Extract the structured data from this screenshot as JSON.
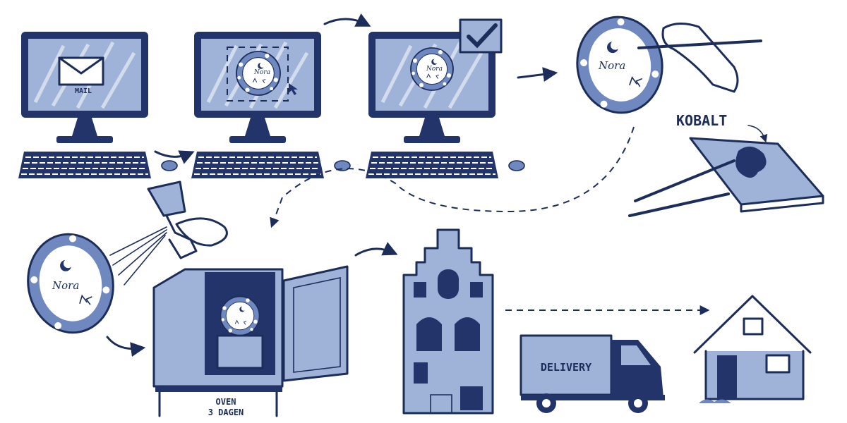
{
  "labels": {
    "mail": "MAIL",
    "plate_name": "Nora",
    "paint": "KOBALT",
    "oven_line1": "OVEN",
    "oven_line2": "3 DAGEN",
    "truck": "DELIVERY"
  },
  "steps": [
    {
      "id": "email",
      "icon": "computer-mail-icon"
    },
    {
      "id": "design",
      "icon": "computer-design-icon"
    },
    {
      "id": "approve",
      "icon": "computer-approved-icon"
    },
    {
      "id": "hand-paint",
      "icon": "hand-painting-icon"
    },
    {
      "id": "cobalt",
      "icon": "cobalt-palette-icon"
    },
    {
      "id": "glaze",
      "icon": "spray-gun-icon"
    },
    {
      "id": "kiln",
      "icon": "oven-icon"
    },
    {
      "id": "workshop",
      "icon": "canal-house-icon"
    },
    {
      "id": "delivery",
      "icon": "truck-icon"
    },
    {
      "id": "home",
      "icon": "house-icon"
    }
  ],
  "colors": {
    "ink": "#1c2d5a",
    "wash": "#9fb2d8",
    "wash_dark": "#6f88c0",
    "paper": "#ffffff"
  }
}
